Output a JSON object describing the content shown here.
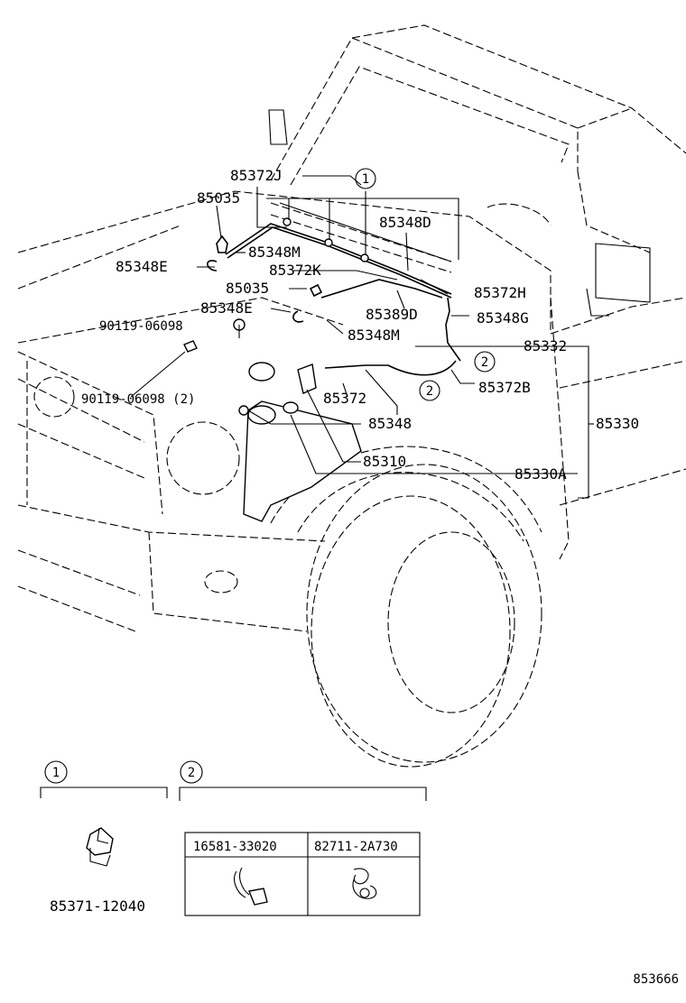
{
  "callouts": [
    {
      "key": "85372J",
      "text": "85372J"
    },
    {
      "key": "85035a",
      "text": "85035"
    },
    {
      "key": "85348Ma",
      "text": "85348M"
    },
    {
      "key": "85348Ea",
      "text": "85348E"
    },
    {
      "key": "85348D",
      "text": "85348D"
    },
    {
      "key": "85372K",
      "text": "85372K"
    },
    {
      "key": "85035b",
      "text": "85035"
    },
    {
      "key": "85372H",
      "text": "85372H"
    },
    {
      "key": "85348Eb",
      "text": "85348E"
    },
    {
      "key": "85389D",
      "text": "85389D"
    },
    {
      "key": "85348G",
      "text": "85348G"
    },
    {
      "key": "90119a",
      "text": "90119-06098"
    },
    {
      "key": "85348Mb",
      "text": "85348M"
    },
    {
      "key": "85332",
      "text": "85332"
    },
    {
      "key": "85372",
      "text": "85372"
    },
    {
      "key": "85372B",
      "text": "85372B"
    },
    {
      "key": "90119b",
      "text": "90119-06098 (2)"
    },
    {
      "key": "85348",
      "text": "85348"
    },
    {
      "key": "85330",
      "text": "85330"
    },
    {
      "key": "85310",
      "text": "85310"
    },
    {
      "key": "85330A",
      "text": "85330A"
    }
  ],
  "ref_markers": {
    "one": "1",
    "two": "2"
  },
  "inset_1": {
    "marker": "1",
    "part_number": "85371-12040"
  },
  "inset_2": {
    "marker": "2",
    "columns": [
      "16581-33020",
      "82711-2A730"
    ]
  },
  "diagram_id": "853666"
}
